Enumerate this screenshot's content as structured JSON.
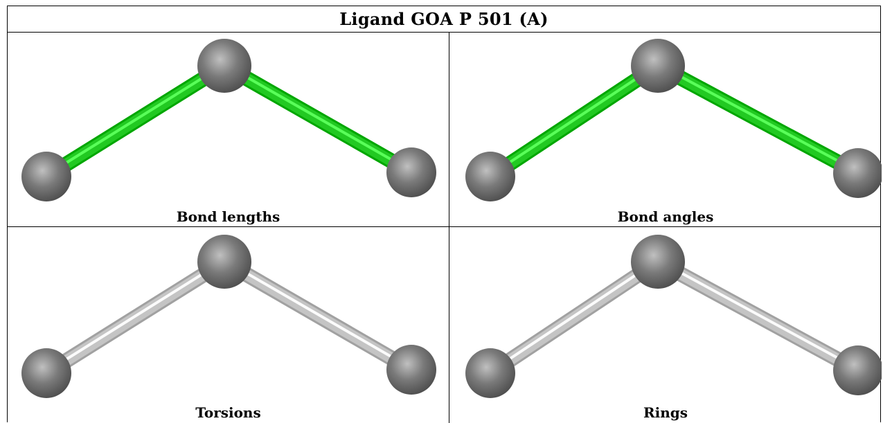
{
  "title": "Ligand GOA P 501 (A)",
  "bond_color_highlight": "#22c922",
  "bond_color_neutral": "#c4c4c4",
  "atom_color": "#7a7a7a",
  "panels": [
    {
      "caption": "Bond lengths",
      "bond_style": "highlight"
    },
    {
      "caption": "Bond angles",
      "bond_style": "highlight"
    },
    {
      "caption": "Torsions",
      "bond_style": "neutral"
    },
    {
      "caption": "Rings",
      "bond_style": "neutral"
    }
  ]
}
